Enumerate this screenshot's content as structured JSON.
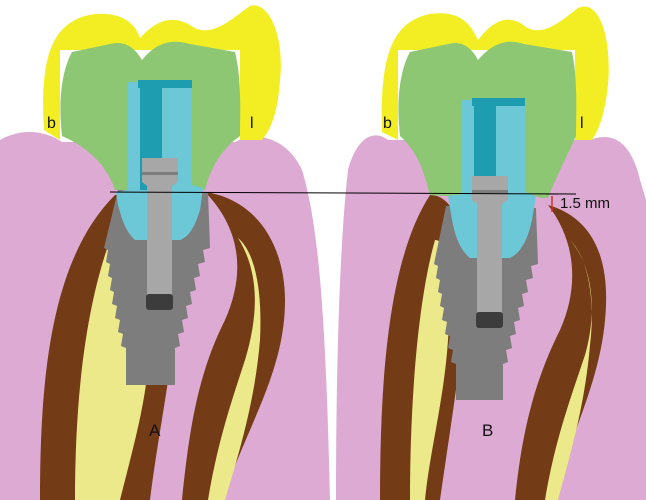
{
  "panels": [
    {
      "id": "A",
      "label": "A",
      "buccal_label": "b",
      "lingual_label": "l"
    },
    {
      "id": "B",
      "label": "B",
      "buccal_label": "b",
      "lingual_label": "l"
    }
  ],
  "measurement": {
    "label": "1.5 mm",
    "value": 1.5,
    "unit": "mm"
  },
  "colors": {
    "gingiva": "#dcaad2",
    "bone_cortical": "#743b17",
    "bone_cancellous": "#ece98a",
    "crown_veneer": "#f2ee23",
    "crown_core": "#8ec774",
    "abutment": "#6cc8d6",
    "abutment_dark": "#1f9db0",
    "implant": "#7d7d7d",
    "screw": "#a7a7a7",
    "screw_tip": "#3c3c3c",
    "reference_line": "#000000",
    "measure_mark": "#d2332a"
  }
}
